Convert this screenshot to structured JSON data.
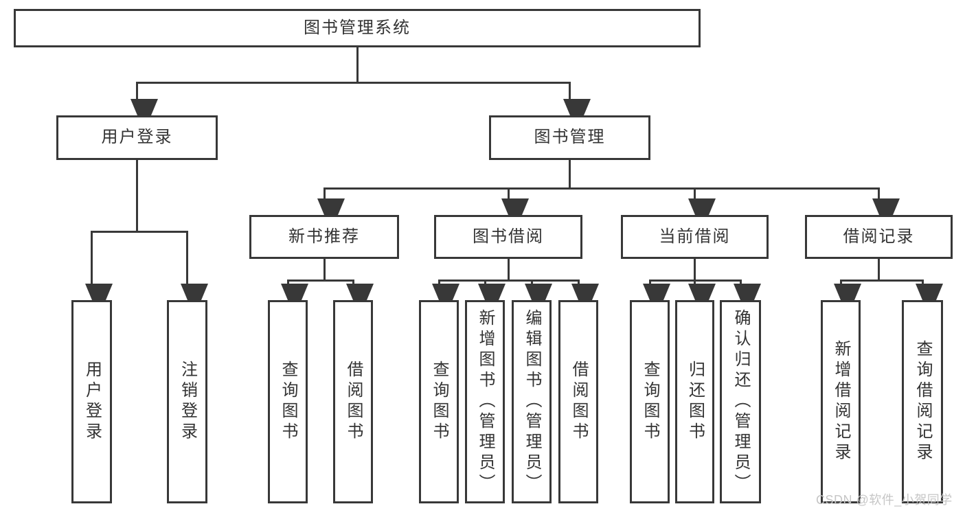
{
  "diagram_title": "图书管理系统",
  "nodes": [
    {
      "id": "root",
      "label": "图书管理系统"
    },
    {
      "id": "user-login",
      "label": "用户登录"
    },
    {
      "id": "book-mgmt",
      "label": "图书管理"
    },
    {
      "id": "new-book-rec",
      "label": "新书推荐"
    },
    {
      "id": "book-borrow",
      "label": "图书借阅"
    },
    {
      "id": "current-borrow",
      "label": "当前借阅"
    },
    {
      "id": "borrow-records",
      "label": "借阅记录"
    },
    {
      "id": "login",
      "label": "用户登录"
    },
    {
      "id": "logout",
      "label": "注销登录"
    },
    {
      "id": "query-book-1",
      "label": "查询图书"
    },
    {
      "id": "borrow-book-1",
      "label": "借阅图书"
    },
    {
      "id": "query-book-2",
      "label": "查询图书"
    },
    {
      "id": "add-book",
      "label": "新增图书（管理员）"
    },
    {
      "id": "edit-book",
      "label": "编辑图书（管理员）"
    },
    {
      "id": "borrow-book-2",
      "label": "借阅图书"
    },
    {
      "id": "query-book-3",
      "label": "查询图书"
    },
    {
      "id": "return-book",
      "label": "归还图书"
    },
    {
      "id": "confirm-return",
      "label": "确认归还（管理员）"
    },
    {
      "id": "add-borrow-record",
      "label": "新增借阅记录"
    },
    {
      "id": "query-borrow-record",
      "label": "查询借阅记录"
    }
  ],
  "hierarchy": [
    {
      "parent": "root",
      "children": [
        "user-login",
        "book-mgmt"
      ]
    },
    {
      "parent": "user-login",
      "children": [
        "login",
        "logout"
      ]
    },
    {
      "parent": "book-mgmt",
      "children": [
        "new-book-rec",
        "book-borrow",
        "current-borrow",
        "borrow-records"
      ]
    },
    {
      "parent": "new-book-rec",
      "children": [
        "query-book-1",
        "borrow-book-1"
      ]
    },
    {
      "parent": "book-borrow",
      "children": [
        "query-book-2",
        "add-book",
        "edit-book",
        "borrow-book-2"
      ]
    },
    {
      "parent": "current-borrow",
      "children": [
        "query-book-3",
        "return-book",
        "confirm-return"
      ]
    },
    {
      "parent": "borrow-records",
      "children": [
        "add-borrow-record",
        "query-borrow-record"
      ]
    }
  ],
  "watermark": {
    "text": "CSDN @软件_小贺同学"
  },
  "colors": {
    "line": "#383838",
    "text": "#333333",
    "box_background": "#ffffff",
    "page_background": "#ffffff",
    "watermark": "#c6c6c6"
  }
}
